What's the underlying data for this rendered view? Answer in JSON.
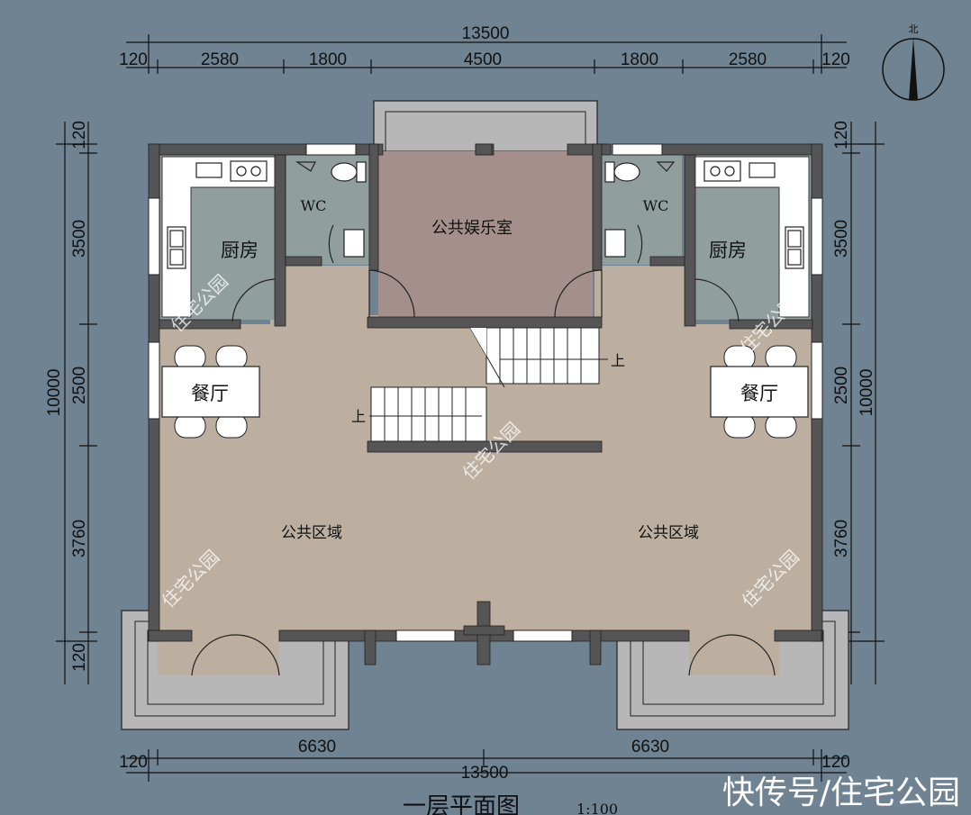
{
  "dimensions": {
    "top_total": "13500",
    "top_segments": [
      "120",
      "2580",
      "1800",
      "4500",
      "1800",
      "2580",
      "120"
    ],
    "bottom_segments": [
      "120",
      "6630",
      "6630",
      "120"
    ],
    "bottom_total": "13500",
    "left_segments": [
      "120",
      "3500",
      "2500",
      "3760",
      "120"
    ],
    "left_total": "10000",
    "right_segments": [
      "120",
      "3500",
      "2500",
      "3760",
      "120"
    ],
    "right_total": "10000"
  },
  "rooms": {
    "kitchen": "厨房",
    "wc": "WC",
    "entertainment": "公共娱乐室",
    "dining": "餐厅",
    "public_area": "公共区域"
  },
  "stairs": {
    "up_label": "上"
  },
  "compass": {
    "label": "北"
  },
  "watermark": "住宅公园",
  "drawing_title": "一层平面图",
  "scale": "1:100",
  "caption": "快传号/住宅公园"
}
